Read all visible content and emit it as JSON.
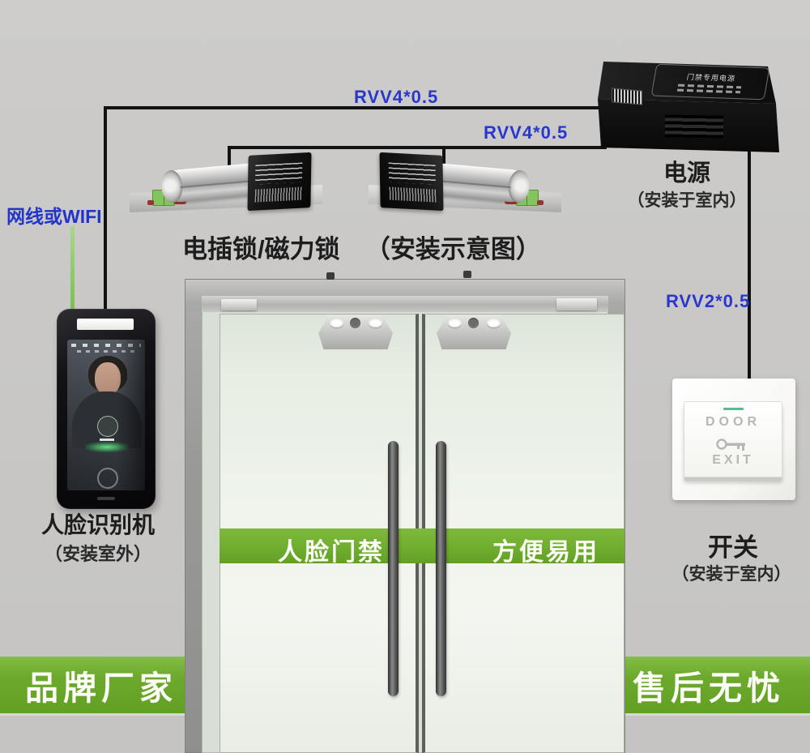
{
  "colors": {
    "background": "#c8c7c5",
    "cable_label_blue": "#2737cf",
    "network_line_green": "#8cc863",
    "banner_green": "#6ca92c",
    "door_band_green": "#6fae2e",
    "lock_terminal_green": "#83c45f",
    "exit_led_green": "#57bd8b"
  },
  "wiring": {
    "lan_label": "网线或WIFI",
    "cable_top_label": "RVV4*0.5",
    "cable_mid_label": "RVV4*0.5",
    "cable_right_label": "RVV2*0.5"
  },
  "power_supply": {
    "device_label": "门禁专用电源",
    "title": "电源",
    "location": "（安装于室内）"
  },
  "locks": {
    "title": "电插锁/磁力锁",
    "subtitle": "（安装示意图）"
  },
  "face_reader": {
    "title": "人脸识别机",
    "location": "（安装室外）"
  },
  "door": {
    "left_band_text": "人脸门禁",
    "right_band_text": "方便易用"
  },
  "exit_switch": {
    "button_line1": "DOOR",
    "button_line2": "EXIT",
    "title": "开关",
    "location": "（安装于室内）"
  },
  "banners": {
    "left": "品牌厂家",
    "right": "售后无忧"
  }
}
